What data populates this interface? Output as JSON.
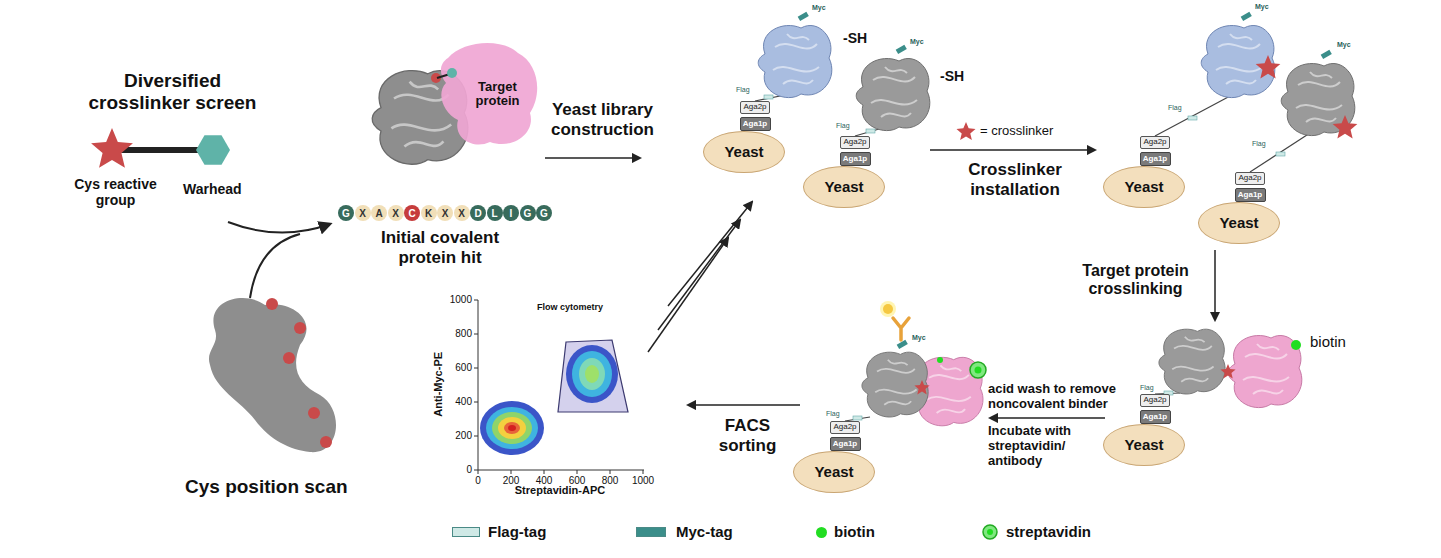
{
  "diagram": {
    "nodes": [
      {
        "text": [
          "Target protein"
        ]
      },
      {
        "text": [
          "G"
        ]
      },
      {
        "text": [
          "X"
        ]
      },
      {
        "text": [
          "A"
        ]
      },
      {
        "text": [
          "X"
        ]
      },
      {
        "text": [
          "C"
        ]
      },
      {
        "text": [
          "K"
        ]
      },
      {
        "text": [
          "X"
        ]
      },
      {
        "text": [
          "X"
        ]
      },
      {
        "text": [
          "D"
        ]
      },
      {
        "text": [
          "L"
        ]
      },
      {
        "text": [
          "I"
        ]
      },
      {
        "text": [
          "G"
        ]
      },
      {
        "text": [
          "G"
        ]
      },
      {
        "text": [
          "Aga2p"
        ]
      },
      {
        "text": [
          "Aga1p"
        ]
      },
      {
        "text": [
          "Yeast"
        ]
      },
      {
        "text": [
          "Aga2p"
        ]
      },
      {
        "text": [
          "Aga1p"
        ]
      },
      {
        "text": [
          "Yeast"
        ]
      },
      {
        "text": [
          "Aga2p"
        ]
      },
      {
        "text": [
          "Aga1p"
        ]
      },
      {
        "text": [
          "Yeast"
        ]
      },
      {
        "text": [
          "Aga2p"
        ]
      },
      {
        "text": [
          "Aga1p"
        ]
      },
      {
        "text": [
          "Yeast"
        ]
      },
      {
        "text": [
          "Aga2p"
        ]
      },
      {
        "text": [
          "Aga1p"
        ]
      },
      {
        "text": [
          "Yeast"
        ]
      },
      {
        "text": [
          "Aga2p"
        ]
      },
      {
        "text": [
          "Aga1p"
        ]
      },
      {
        "text": [
          "Yeast"
        ]
      }
    ],
    "labels": [
      "Diversified crosslinker screen",
      "Cys reactive group",
      "Warhead",
      "Initial covalent protein hit",
      "Cys position scan",
      "Yeast library construction",
      "-SH",
      "-SH",
      "= crosslinker",
      "Crosslinker installation",
      "Target protein crosslinking",
      "biotin",
      "acid wash to remove noncovalent binder",
      "Incubate with streptavidin/ antibody",
      "FACS sorting",
      "Flow cytometry",
      "Anti-Myc-PE",
      "Streptavidin-APC",
      "1000",
      "800",
      "600",
      "400",
      "200",
      "0",
      "0",
      "200",
      "400",
      "600",
      "800",
      "1000",
      "Flag",
      "Flag",
      "Flag",
      "Flag",
      "Flag",
      "Flag",
      "Myc",
      "Myc",
      "Myc",
      "Myc",
      "Myc"
    ],
    "legend": [
      {
        "text": "Flag-tag",
        "color": "#cfe9e6"
      },
      {
        "text": "Myc-tag",
        "color": "#3b8e8a"
      },
      {
        "text": "biotin",
        "color": "#22dd22"
      },
      {
        "text": "streptavidin"
      }
    ]
  }
}
